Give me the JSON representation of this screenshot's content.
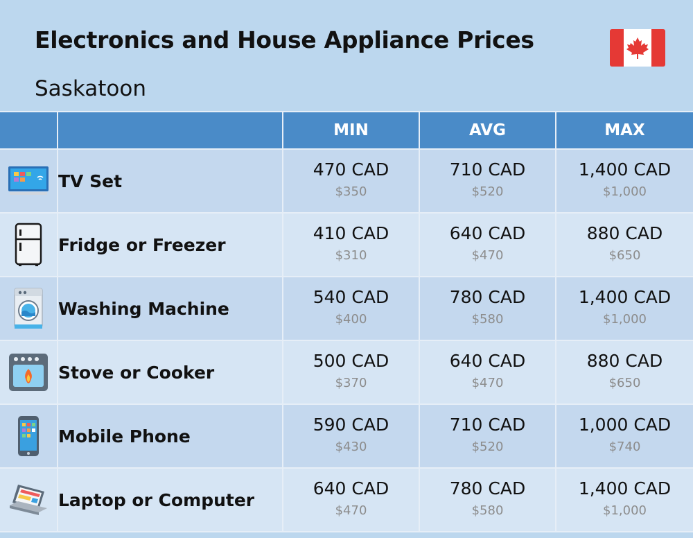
{
  "title": "Electronics and House Appliance Prices",
  "subtitle": "Saskatoon",
  "flag": {
    "icon": "canada-flag-icon",
    "red": "#e53935",
    "white": "#ffffff"
  },
  "columns": [
    "MIN",
    "AVG",
    "MAX"
  ],
  "colors": {
    "header": "#4a8bc8",
    "row_odd": "#c4d8ee",
    "row_even": "#d6e5f4",
    "background": "#bcd7ee"
  },
  "chart_data": {
    "type": "table",
    "title": "Electronics and House Appliance Prices",
    "subtitle": "Saskatoon",
    "columns": [
      "MIN",
      "AVG",
      "MAX"
    ],
    "rows": [
      {
        "name": "TV Set",
        "icon": "tv-icon",
        "min": "470 CAD",
        "min_usd": "$350",
        "avg": "710 CAD",
        "avg_usd": "$520",
        "max": "1,400 CAD",
        "max_usd": "$1,000"
      },
      {
        "name": "Fridge or Freezer",
        "icon": "fridge-icon",
        "min": "410 CAD",
        "min_usd": "$310",
        "avg": "640 CAD",
        "avg_usd": "$470",
        "max": "880 CAD",
        "max_usd": "$650"
      },
      {
        "name": "Washing Machine",
        "icon": "washing-machine-icon",
        "min": "540 CAD",
        "min_usd": "$400",
        "avg": "780 CAD",
        "avg_usd": "$580",
        "max": "1,400 CAD",
        "max_usd": "$1,000"
      },
      {
        "name": "Stove or Cooker",
        "icon": "stove-icon",
        "min": "500 CAD",
        "min_usd": "$370",
        "avg": "640 CAD",
        "avg_usd": "$470",
        "max": "880 CAD",
        "max_usd": "$650"
      },
      {
        "name": "Mobile Phone",
        "icon": "mobile-phone-icon",
        "min": "590 CAD",
        "min_usd": "$430",
        "avg": "710 CAD",
        "avg_usd": "$520",
        "max": "1,000 CAD",
        "max_usd": "$740"
      },
      {
        "name": "Laptop or Computer",
        "icon": "laptop-icon",
        "min": "640 CAD",
        "min_usd": "$470",
        "avg": "780 CAD",
        "avg_usd": "$580",
        "max": "1,400 CAD",
        "max_usd": "$1,000"
      }
    ]
  }
}
